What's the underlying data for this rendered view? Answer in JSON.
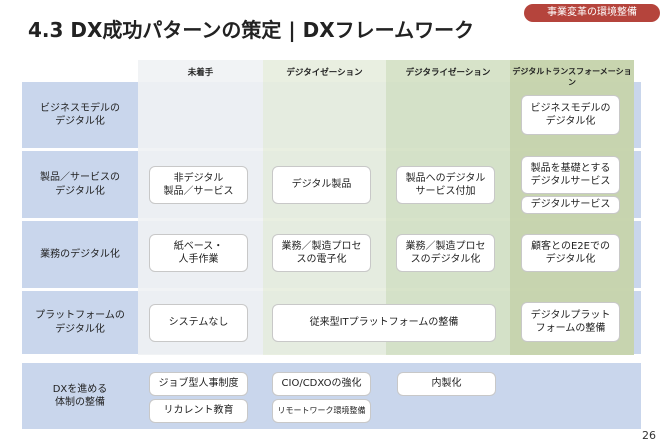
{
  "title": "4.3 DX成功パターンの策定 | DXフレームワーク",
  "badge": "事業変革の環境整備",
  "columns": [
    "未着手",
    "デジタイゼーション",
    "デジタライゼーション",
    "デジタルトランスフォーメーション"
  ],
  "rows": [
    "ビジネスモデルの\nデジタル化",
    "製品／サービスの\nデジタル化",
    "業務のデジタル化",
    "プラットフォームの\nデジタル化",
    "DXを進める\n体制の整備"
  ],
  "cells": {
    "bm_dx": "ビジネスモデルの\nデジタル化",
    "prod_none": "非デジタル\n製品／サービス",
    "prod_dz": "デジタル製品",
    "prod_dl": "製品へのデジタル\nサービス付加",
    "prod_dx": "製品を基礎とする\nデジタルサービス",
    "prod_dx2": "デジタルサービス",
    "ops_none": "紙ベース・\n人手作業",
    "ops_dz": "業務／製造プロセ\nスの電子化",
    "ops_dl": "業務／製造プロセ\nスのデジタル化",
    "ops_dx": "顧客とのE2Eでの\nデジタル化",
    "pf_none": "システムなし",
    "pf_it": "従来型ITプラットフォームの整備",
    "pf_dx": "デジタルプラット\nフォームの整備",
    "org_1": "ジョブ型人事制度",
    "org_2": "リカレント教育",
    "org_3": "CIO/CDXOの強化",
    "org_4": "リモートワーク環境整備",
    "org_5": "内製化"
  },
  "page_number": "26"
}
